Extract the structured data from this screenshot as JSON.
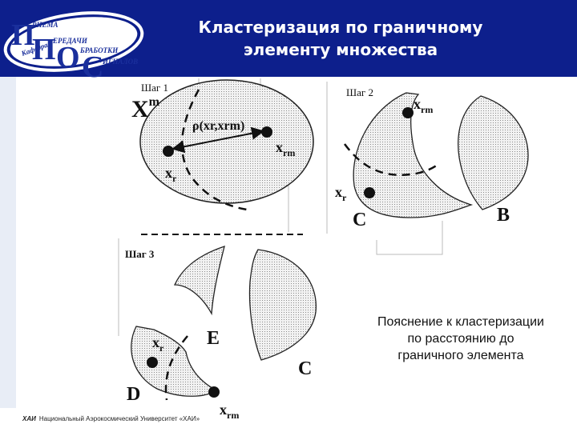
{
  "slide": {
    "title_line1": "Кластеризация по граничному",
    "title_line2": "элементу множества",
    "logo": {
      "p1": "П",
      "p2": "П",
      "o": "О",
      "s": "С",
      "w1": "РИЕМА",
      "w2": "ЕРЕДАЧИ",
      "w3": "БРАБОТКИ",
      "w4": "ИГНАЛОВ",
      "w5": "Кафедра"
    },
    "explanation": "Пояснение к кластеризации по расстоянию до граничного элемента",
    "footer_abbr": "ХАИ",
    "footer_text": "Национальный Аэрокосмический Университет «ХАИ»",
    "colors": {
      "header": "#0d1f8c",
      "logo_blue": "#1a2f9c"
    }
  },
  "diagram": {
    "step1": {
      "label": "Шаг 1",
      "set": "X",
      "set_sup": "m",
      "distance_label": "ρ(xr,xrm)",
      "xr": "x",
      "xr_sub": "r",
      "xrm": "x",
      "xrm_sub": "rm"
    },
    "step2": {
      "label": "Шаг 2",
      "xrm": "x",
      "xrm_sub": "rm",
      "xr": "x",
      "xr_sub": "r",
      "cluster_c": "C",
      "cluster_b": "B"
    },
    "step3": {
      "label": "Шаг 3",
      "xr": "x",
      "xr_sub": "r",
      "xrm": "x",
      "xrm_sub": "rm",
      "cluster_e": "E",
      "cluster_c": "C",
      "cluster_d": "D"
    }
  }
}
